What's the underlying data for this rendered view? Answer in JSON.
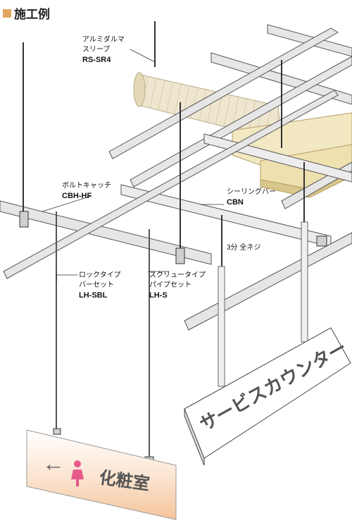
{
  "header": {
    "title": "施工例"
  },
  "labels": {
    "sleeve": {
      "line1": "アルミダルマ",
      "line2": "スリーブ",
      "code": "RS-SR4"
    },
    "bolt_catch": {
      "line1": "ボルトキャッチ",
      "code": "CBH-HF"
    },
    "ceiling_bar": {
      "line1": "シーリングバー",
      "code": "CBN"
    },
    "bolt": {
      "line1": "3分 全ネジ"
    },
    "lock_type": {
      "line1": "ロックタイプ",
      "line2": "バーセット",
      "code": "LH-SBL"
    },
    "screw_type": {
      "line1": "スクリュータイプ",
      "line2": "パイプセット",
      "code": "LH-S"
    }
  },
  "signs": {
    "service": {
      "text": "サービスカウンター"
    },
    "restroom": {
      "arrow": "←",
      "text": "化粧室"
    }
  },
  "colors": {
    "accent": "#e2a85f",
    "rail_fill": "#e6e6e6",
    "rail_stroke": "#555555",
    "duct": "#efe6cf",
    "board": "#efe3b8",
    "restroom_gradient": "#f6c7a0",
    "person_icon": "#e85a8a"
  }
}
